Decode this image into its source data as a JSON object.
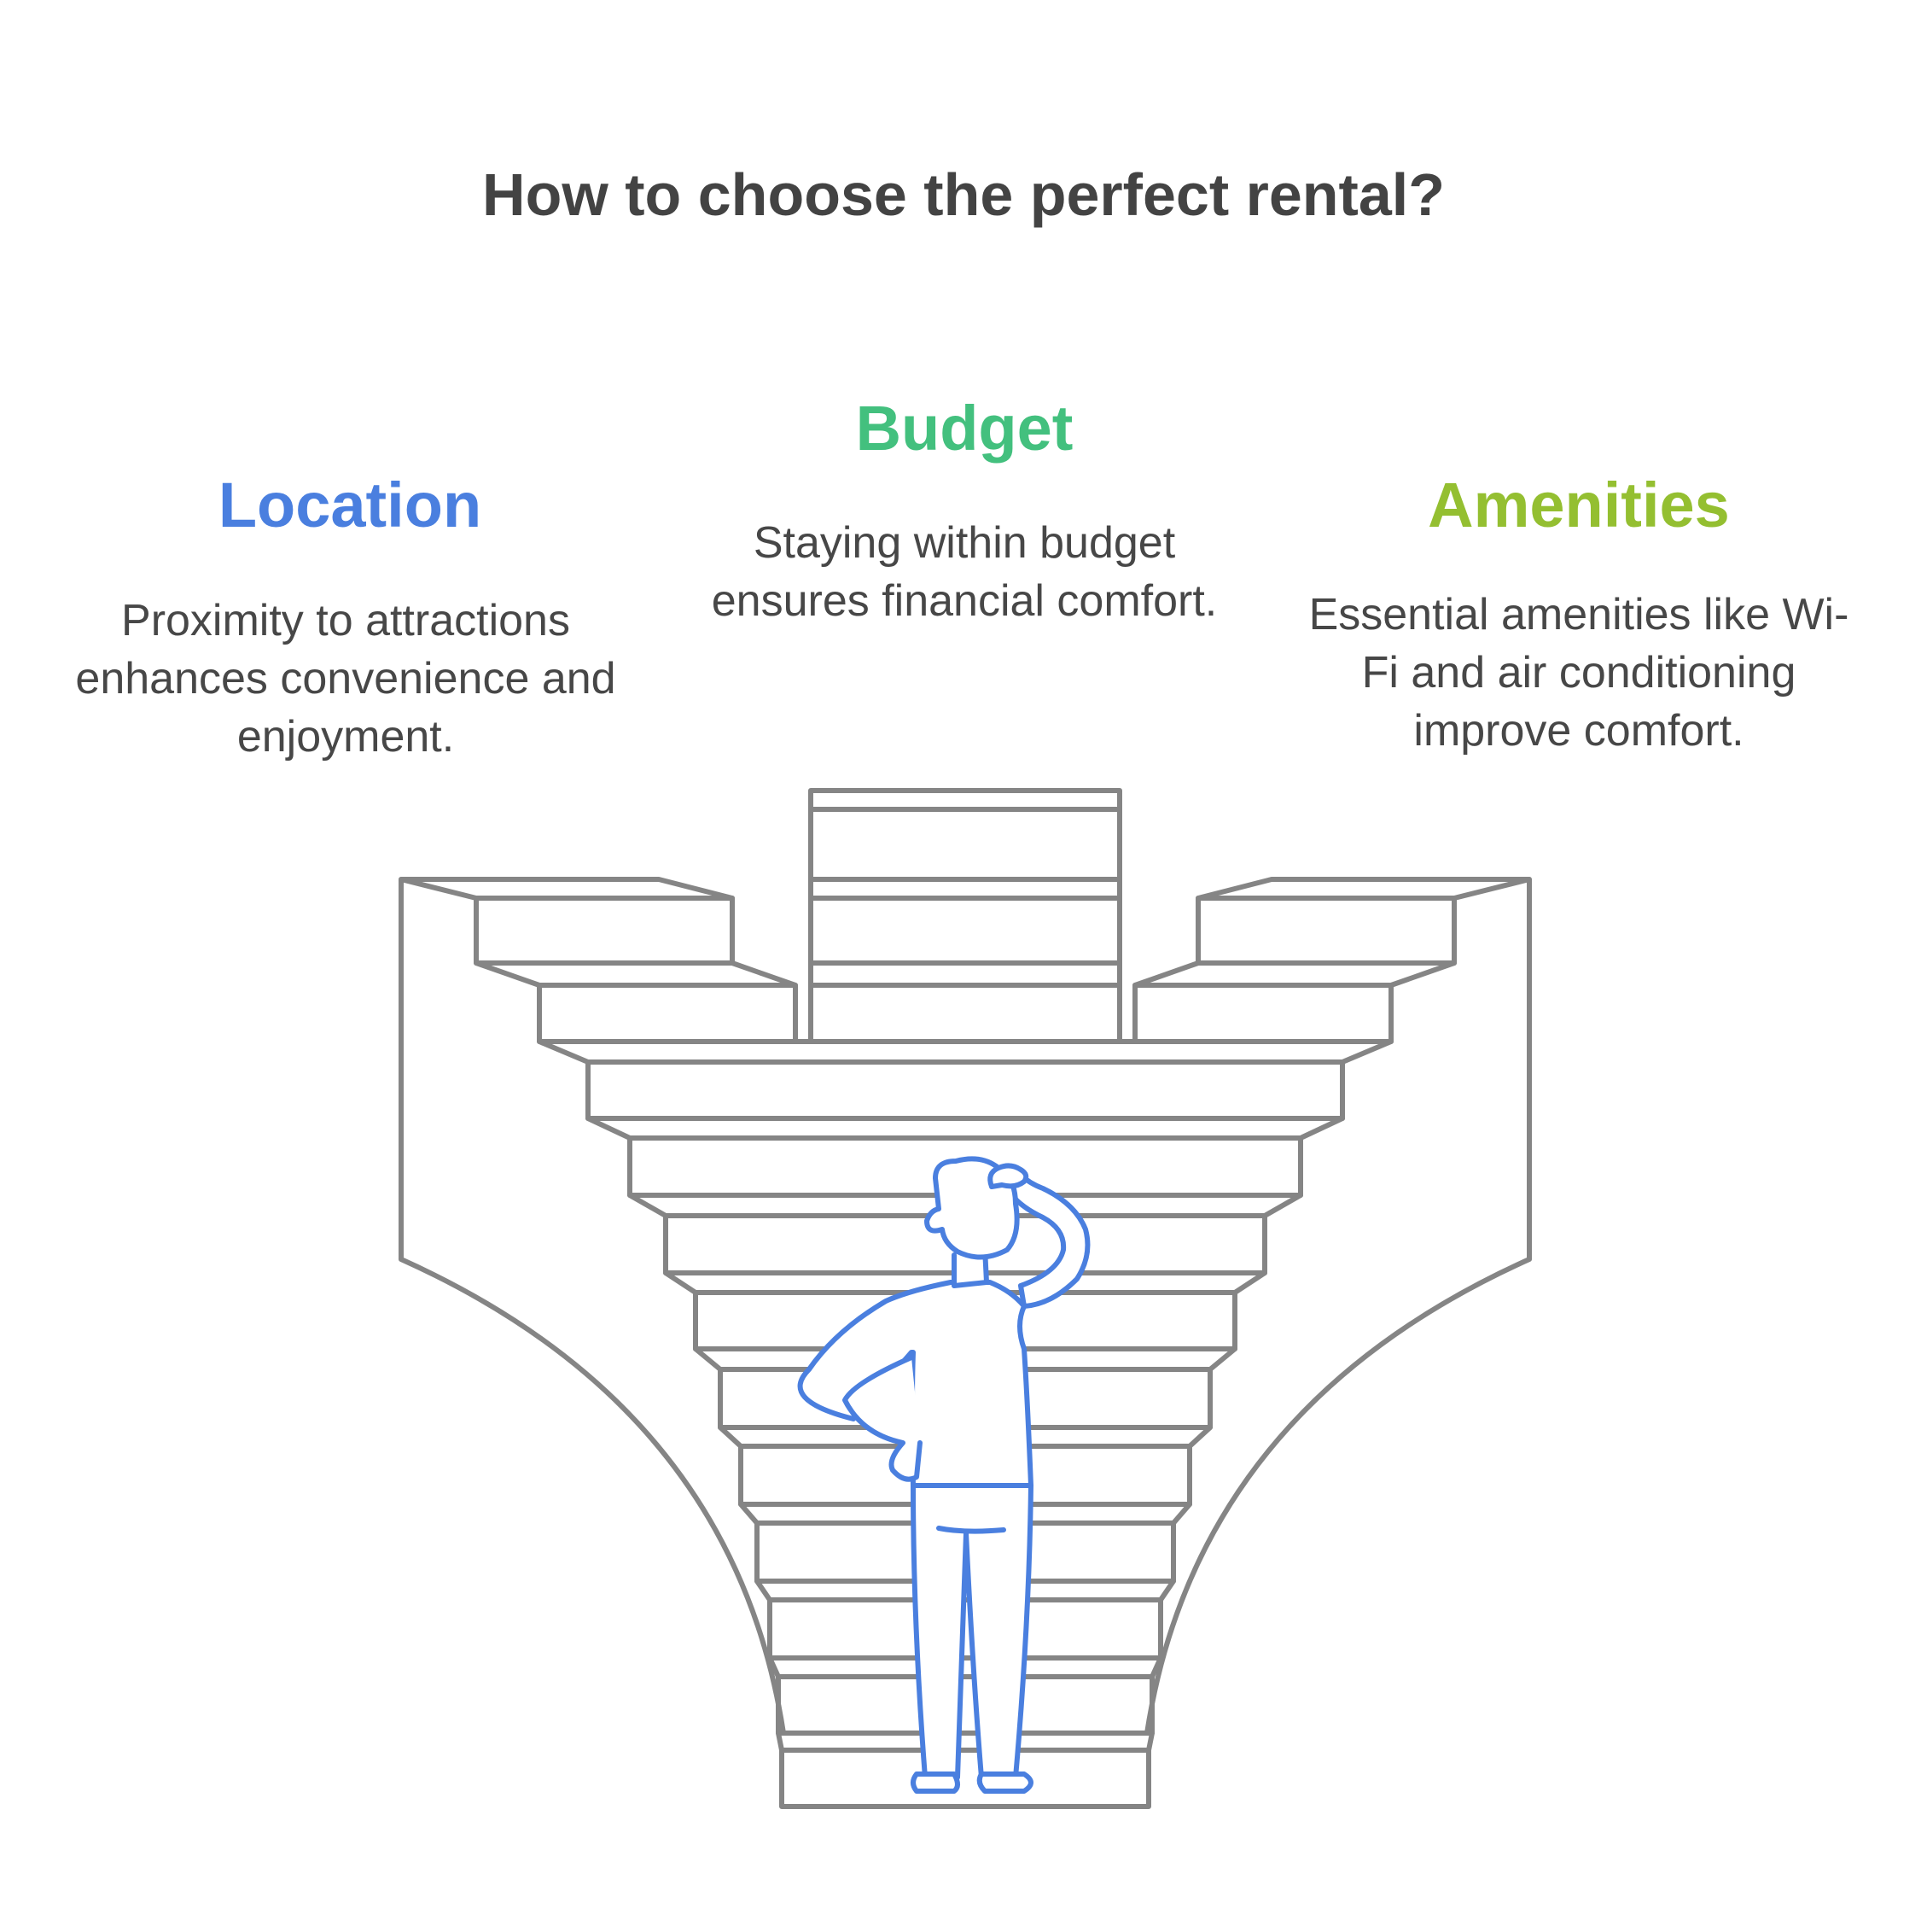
{
  "title": "How to choose the perfect rental?",
  "colors": {
    "location": "#4a7fdf",
    "budget": "#43c07e",
    "amenities": "#94bf31",
    "stairs": "#858585",
    "person": "#4a7fdf",
    "text": "#474747"
  },
  "items": [
    {
      "heading": "Location",
      "description": "Proximity to attractions enhances convenience and enjoyment."
    },
    {
      "heading": "Budget",
      "description": "Staying within budget ensures financial comfort."
    },
    {
      "heading": "Amenities",
      "description": "Essential amenities like Wi-Fi and air conditioning improve comfort."
    }
  ],
  "icons": {
    "stairs": "stairs-illustration",
    "person": "thinking-person-icon"
  }
}
